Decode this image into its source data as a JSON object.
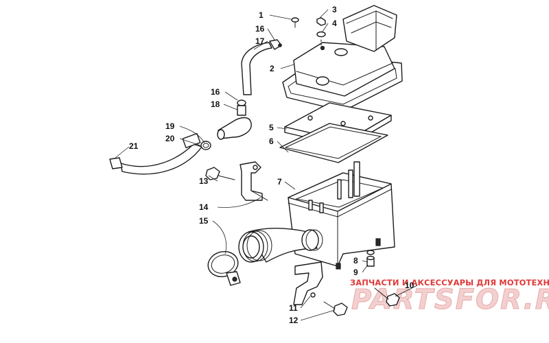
{
  "callouts": [
    {
      "id": "1",
      "label": "1"
    },
    {
      "id": "2",
      "label": "2"
    },
    {
      "id": "3",
      "label": "3"
    },
    {
      "id": "4",
      "label": "4"
    },
    {
      "id": "5",
      "label": "5"
    },
    {
      "id": "6",
      "label": "6"
    },
    {
      "id": "7",
      "label": "7"
    },
    {
      "id": "8",
      "label": "8"
    },
    {
      "id": "9",
      "label": "9"
    },
    {
      "id": "10",
      "label": "10"
    },
    {
      "id": "11",
      "label": "11"
    },
    {
      "id": "12",
      "label": "12"
    },
    {
      "id": "13",
      "label": "13"
    },
    {
      "id": "14",
      "label": "14"
    },
    {
      "id": "15",
      "label": "15"
    },
    {
      "id": "16a",
      "label": "16"
    },
    {
      "id": "16b",
      "label": "16"
    },
    {
      "id": "17",
      "label": "17"
    },
    {
      "id": "18",
      "label": "18"
    },
    {
      "id": "19",
      "label": "19"
    },
    {
      "id": "20",
      "label": "20"
    },
    {
      "id": "21",
      "label": "21"
    }
  ],
  "watermark": {
    "tagline": "ЗАПЧАСТИ И АКСЕССУАРЫ ДЛЯ МОТОТЕХНИКИ",
    "logo": "PARTSFOR.RU",
    "color": "#e03a3a"
  }
}
